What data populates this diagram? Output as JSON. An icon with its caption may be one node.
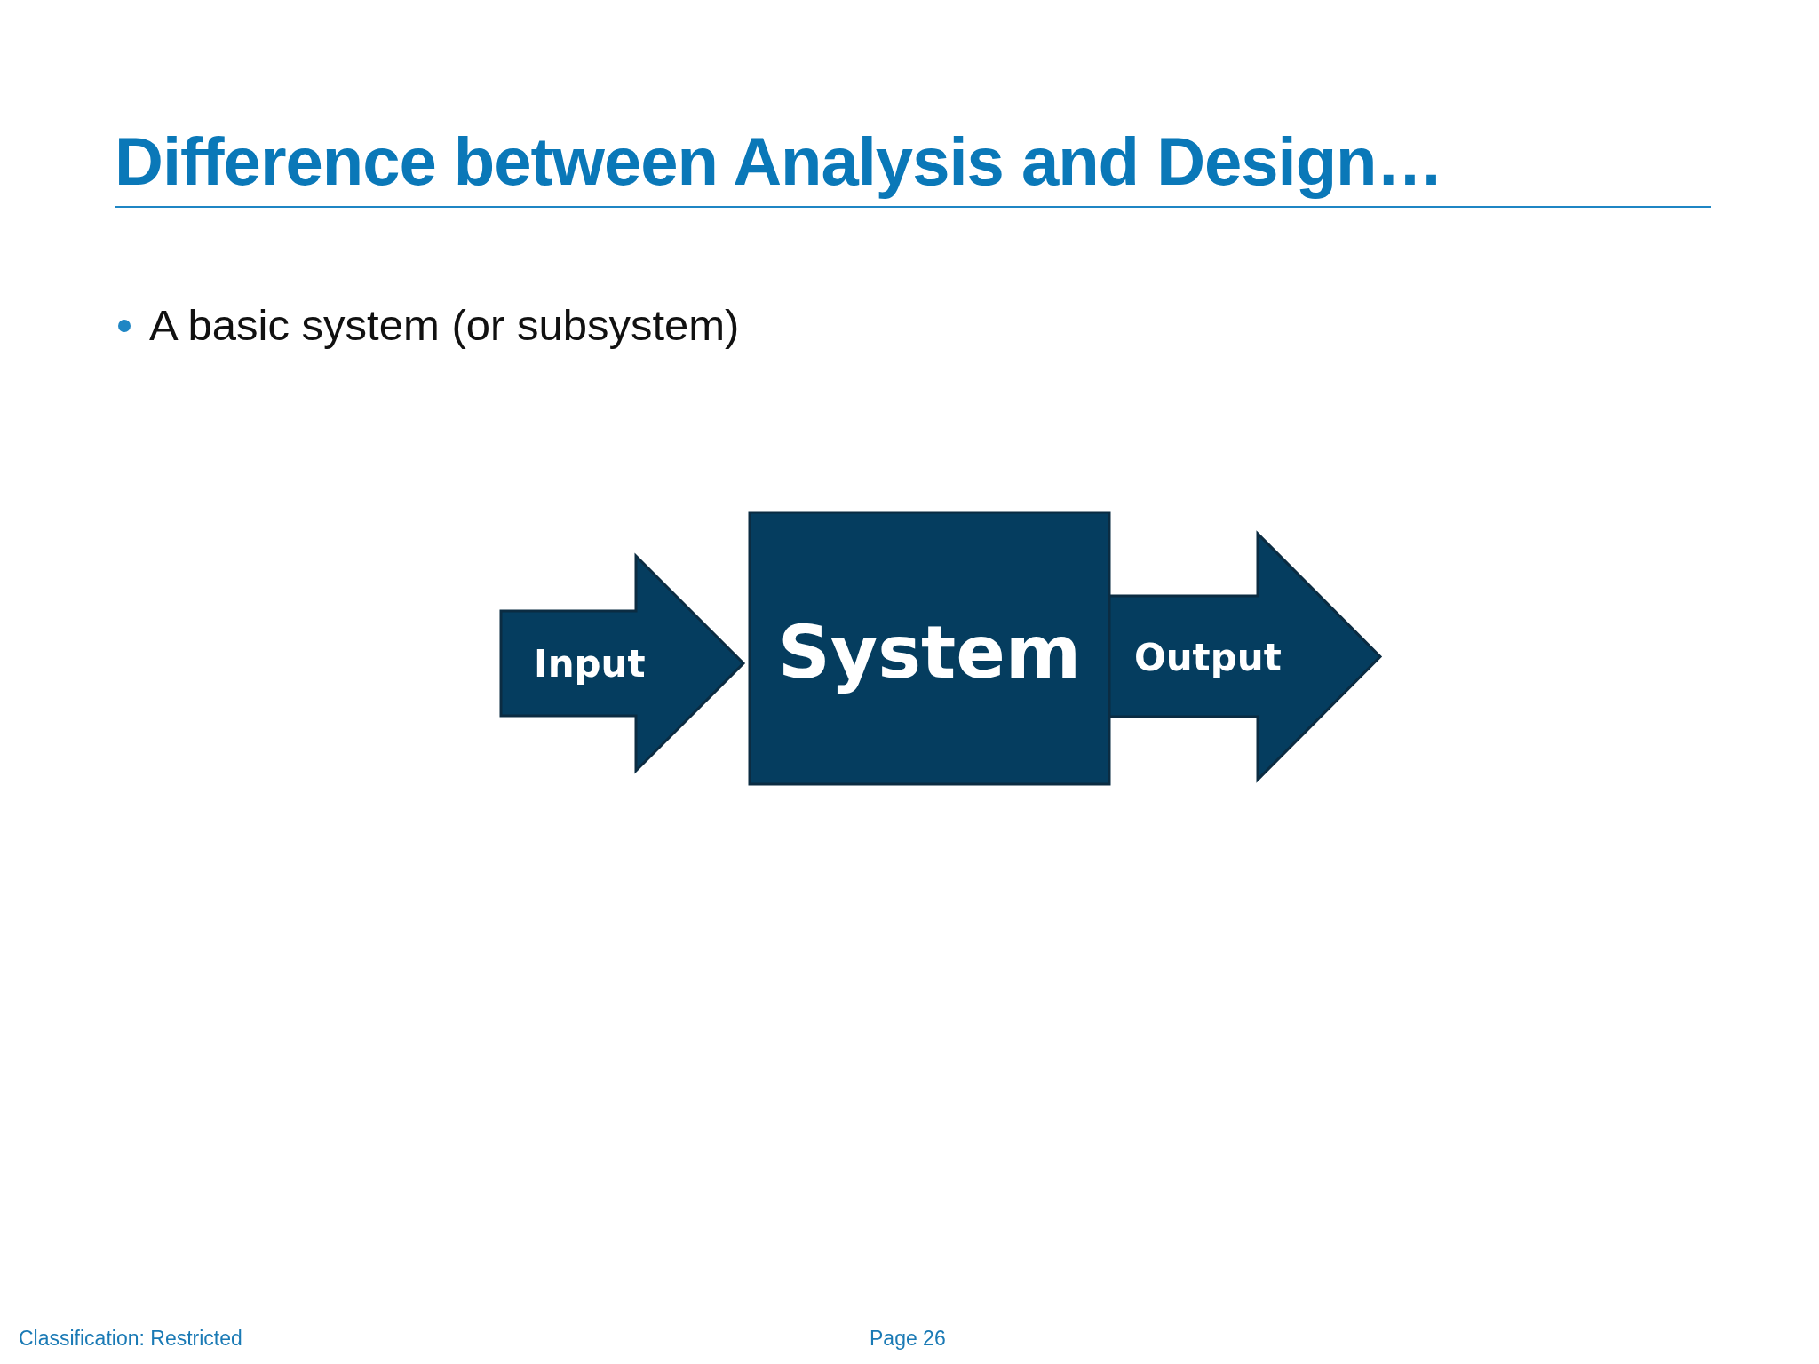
{
  "diagram": {
    "title": "Difference between Analysis and Design…",
    "nodes": [
      {
        "text": [
          "Input"
        ]
      },
      {
        "text": [
          "System"
        ]
      },
      {
        "text": [
          "Output"
        ]
      }
    ],
    "labels": [
      "A basic system (or subsystem)",
      "Classification: Restricted",
      "Page 26"
    ]
  }
}
